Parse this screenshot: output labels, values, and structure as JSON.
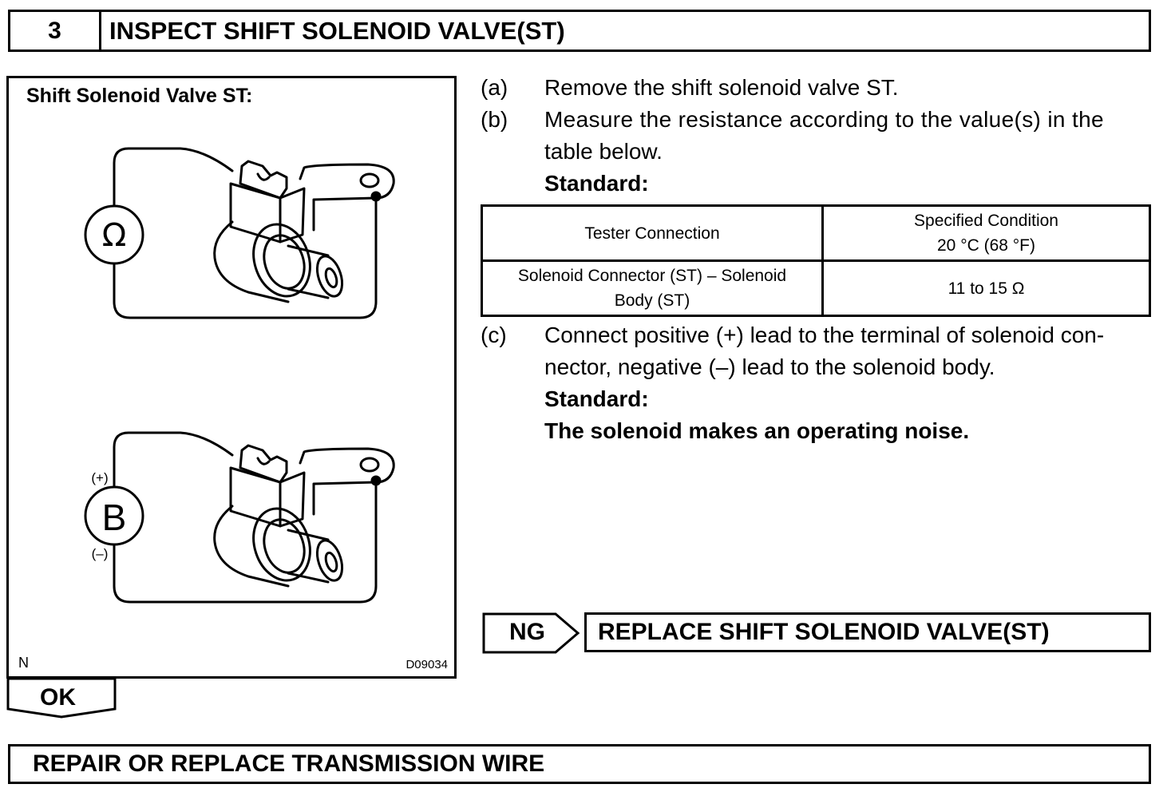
{
  "header": {
    "step_number": "3",
    "title": "INSPECT SHIFT SOLENOID VALVE(ST)"
  },
  "figure": {
    "title": "Shift Solenoid Valve ST:",
    "ohm_symbol": "Ω",
    "battery_symbol": "B",
    "plus_label": "(+)",
    "minus_label": "(–)",
    "corner_mark": "N",
    "figure_code": "D09034"
  },
  "steps": {
    "a": {
      "label": "(a)",
      "text": "Remove the shift solenoid valve ST."
    },
    "b": {
      "label": "(b)",
      "line1": "Measure the resistance according to the value(s) in the",
      "line2": "table below.",
      "standard": "Standard:"
    },
    "c": {
      "label": "(c)",
      "line1": "Connect positive (+) lead to the terminal of solenoid con-",
      "line2": "nector, negative (–) lead to the solenoid body.",
      "standard": "Standard:",
      "result": "The solenoid makes an operating noise."
    }
  },
  "table": {
    "headers": [
      "Tester Connection",
      "Specified Condition",
      "20 °C (68 °F)"
    ],
    "row": [
      "Solenoid Connector (ST) – Solenoid",
      "Body (ST)",
      "11 to 15 Ω"
    ]
  },
  "ng": {
    "label": "NG",
    "action": "REPLACE SHIFT SOLENOID VALVE(ST)"
  },
  "ok": {
    "label": "OK",
    "action": "REPAIR OR REPLACE TRANSMISSION WIRE"
  }
}
